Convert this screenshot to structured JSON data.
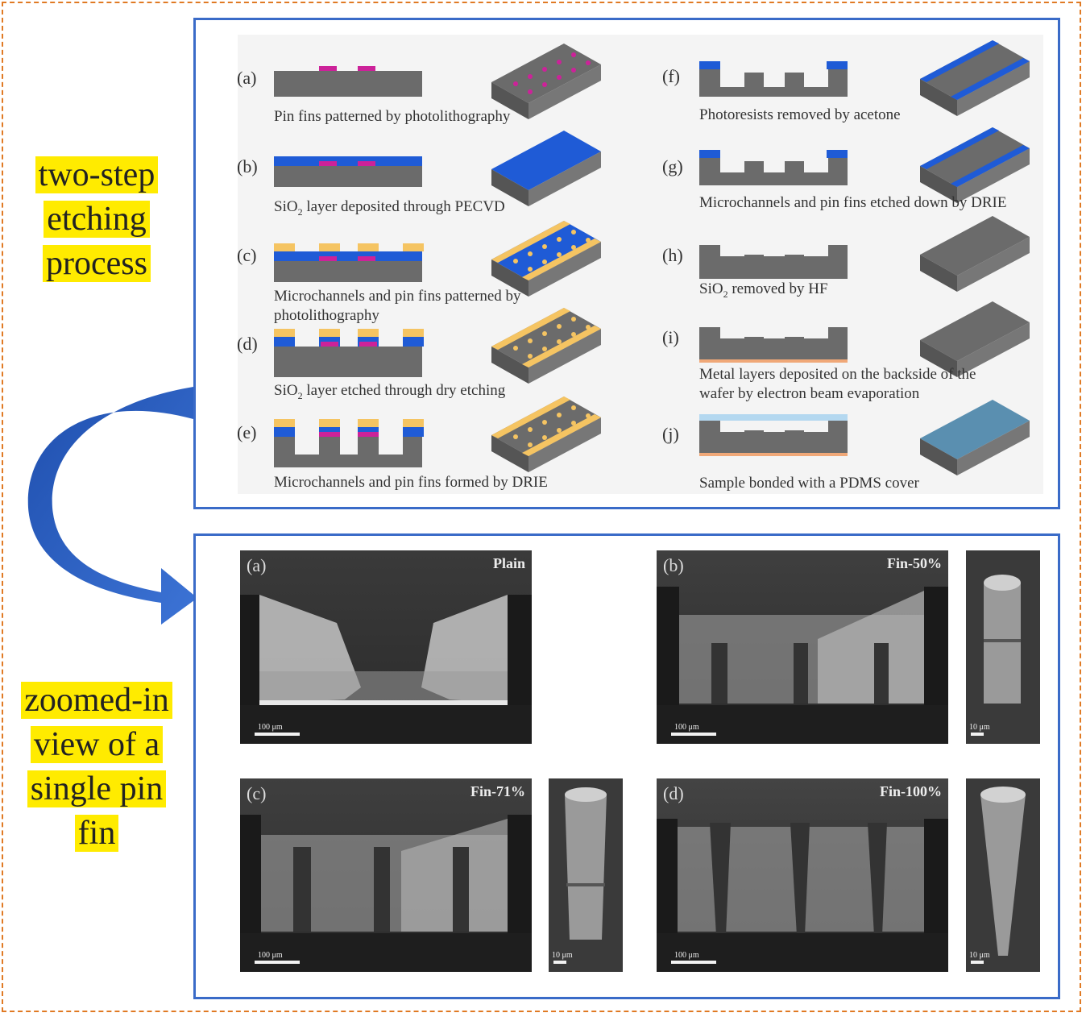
{
  "labels": {
    "top": [
      "two-step",
      "etching",
      "process"
    ],
    "bottom": [
      "zoomed-in",
      "view of a",
      "single pin",
      "fin"
    ]
  },
  "steps": [
    {
      "letter": "(a)",
      "caption": "Pin fins patterned by photolithography"
    },
    {
      "letter": "(b)",
      "caption_pre": "SiO",
      "caption_sub": "2",
      "caption_post": " layer deposited through PECVD"
    },
    {
      "letter": "(c)",
      "caption": "Microchannels and pin fins patterned by",
      "caption2": "photolithography"
    },
    {
      "letter": "(d)",
      "caption_pre": "SiO",
      "caption_sub": "2",
      "caption_post": " layer etched through dry etching"
    },
    {
      "letter": "(e)",
      "caption": "Microchannels and pin fins formed by DRIE"
    },
    {
      "letter": "(f)",
      "caption": "Photoresists removed by acetone"
    },
    {
      "letter": "(g)",
      "caption": "Microchannels and pin fins etched down by DRIE"
    },
    {
      "letter": "(h)",
      "caption_pre": "SiO",
      "caption_sub": "2",
      "caption_post": " removed by HF"
    },
    {
      "letter": "(i)",
      "caption": "Metal layers deposited on the backside of the",
      "caption2": "wafer by electron beam evaporation"
    },
    {
      "letter": "(j)",
      "caption": "Sample bonded with a PDMS cover"
    }
  ],
  "sem": [
    {
      "letter": "(a)",
      "title": "Plain",
      "scale": "100 μm"
    },
    {
      "letter": "(b)",
      "title": "Fin-50%",
      "scale": "100 μm",
      "inset_scale": "10 μm"
    },
    {
      "letter": "(c)",
      "title": "Fin-71%",
      "scale": "100 μm",
      "inset_scale": "10 μm"
    },
    {
      "letter": "(d)",
      "title": "Fin-100%",
      "scale": "100 μm",
      "inset_scale": "10 μm"
    }
  ],
  "colors": {
    "frame": "#e07a24",
    "panel_border": "#3a6bc8",
    "highlight": "#ffeb00",
    "substrate": "#6b6b6b",
    "oxide": "#1f5bd6",
    "photoresist_pin": "#cc2299",
    "photoresist_channel": "#f5c462",
    "arrow": "#2f63c4"
  }
}
